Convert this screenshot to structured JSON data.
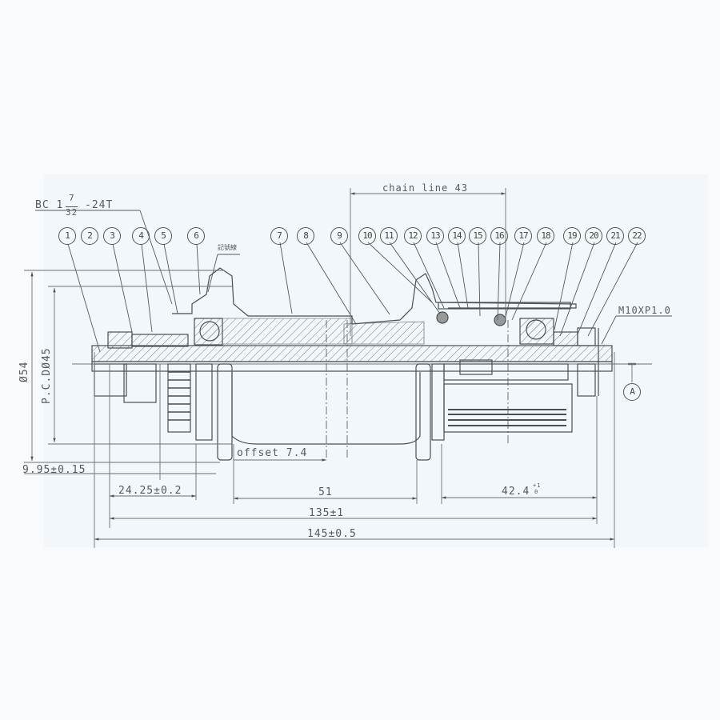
{
  "drawing": {
    "title": "Rear hub cross-section assembly drawing",
    "colors": {
      "background": "#f7fbfd",
      "sheet": "#f1f7fa",
      "line": "#4a4f53",
      "dim": "#6a6f73",
      "hatch": "#7a7f83"
    },
    "thread_spec": {
      "prefix": "BC 1",
      "numerator": "7",
      "denominator": "32",
      "suffix": "-24T"
    },
    "chain_line": "chain line 43",
    "axle_thread": "M10XP1.0",
    "small_note": "記號線",
    "datum": "A",
    "balloons": [
      "1",
      "2",
      "3",
      "4",
      "5",
      "6",
      "7",
      "8",
      "9",
      "10",
      "11",
      "12",
      "13",
      "14",
      "15",
      "16",
      "17",
      "18",
      "19",
      "20",
      "21",
      "22"
    ],
    "dimensions": {
      "flange_diameter": "Ø54",
      "pcd": "P.C.DØ45",
      "left_spacing": "9.95±0.15",
      "left_flange_distance": "24.25±0.2",
      "offset": "offset 7.4",
      "flange_spacing": "51",
      "over_locknut": "135±1",
      "axle_length": "145±0.5",
      "freehub_length": "42.4",
      "freehub_tol_upper": "+1",
      "freehub_tol_lower": "0"
    }
  }
}
